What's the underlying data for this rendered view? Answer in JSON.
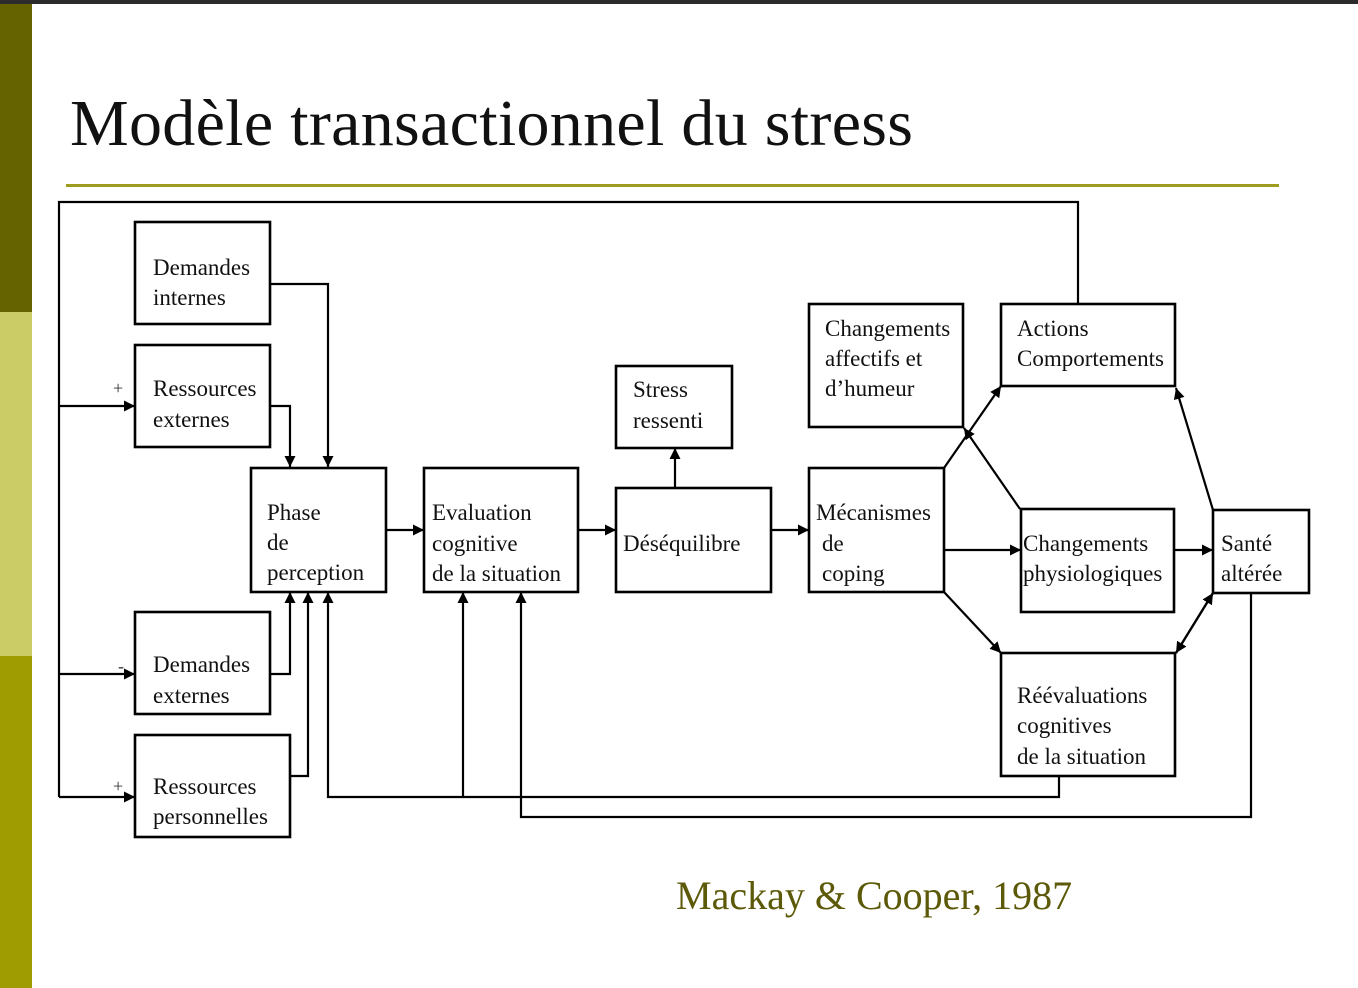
{
  "slide": {
    "title": "Modèle transactionnel du stress",
    "citation": "Mackay & Cooper, 1987",
    "colors": {
      "stripe_top": "#656200",
      "stripe_mid": "#cccc66",
      "stripe_bottom": "#9e9c00",
      "rule": "#9e9c1e",
      "citation": "#5c5a08"
    }
  },
  "diagram": {
    "nodes": {
      "demandes_internes": [
        "Demandes",
        "internes"
      ],
      "ressources_externes": [
        "Ressources",
        "externes"
      ],
      "demandes_externes": [
        "Demandes",
        "externes"
      ],
      "ressources_personnelles": [
        "Ressources",
        "personnelles"
      ],
      "phase_perception": [
        "Phase",
        "de",
        "perception"
      ],
      "evaluation_cognitive": [
        "Evaluation",
        "cognitive",
        "de la situation"
      ],
      "stress_ressenti": [
        "Stress",
        "ressenti"
      ],
      "desequilibre": [
        "Déséquilibre"
      ],
      "mecanismes_coping": [
        "Mécanismes",
        "de",
        "coping"
      ],
      "changements_affectifs": [
        "Changements",
        "affectifs et",
        "d’humeur"
      ],
      "actions_comportements": [
        "Actions",
        "Comportements"
      ],
      "changements_physiologiques": [
        "Changements",
        "physiologiques"
      ],
      "reevaluations_cognitives": [
        "Réévaluations",
        "cognitives",
        "de la situation"
      ],
      "sante_alteree": [
        "Santé",
        "altérée"
      ]
    },
    "signs": {
      "ressources_externes": "+",
      "demandes_externes": "-",
      "ressources_personnelles": "+"
    }
  }
}
